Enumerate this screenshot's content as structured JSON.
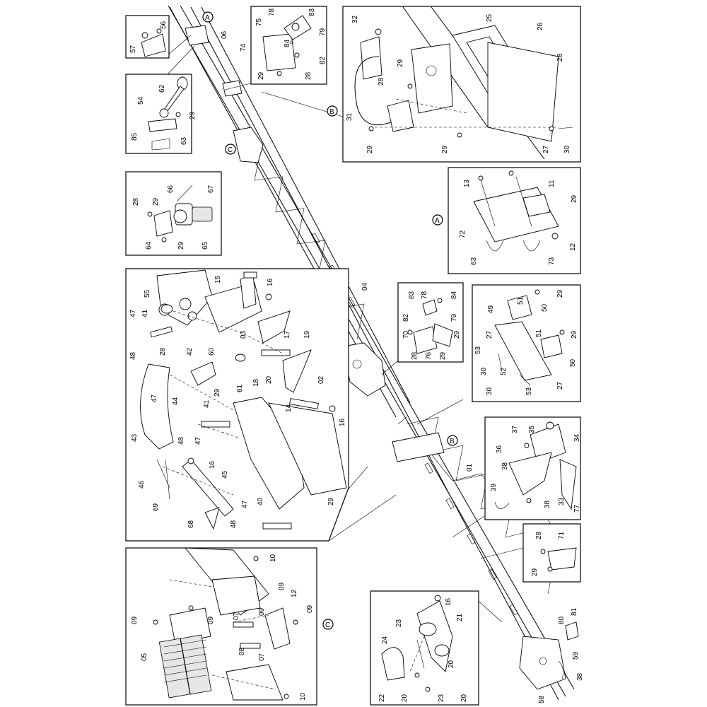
{
  "labels": {
    "bA": "A",
    "bB": "B",
    "bC": "C",
    "p01": "01",
    "p02": "02",
    "p03": "03",
    "p04": "04",
    "p05": "05",
    "p06": "06",
    "p07": "07",
    "p08": "08",
    "p09": "09",
    "p10": "10",
    "p11": "11",
    "p12": "12",
    "p13": "13",
    "p14": "14",
    "p15": "15",
    "p16": "16",
    "p17": "17",
    "p18": "18",
    "p19": "19",
    "p20": "20",
    "p21": "21",
    "p22": "22",
    "p23": "23",
    "p24": "24",
    "p25": "25",
    "p26": "26",
    "p27": "27",
    "p28": "28",
    "p29": "29",
    "p30": "30",
    "p31": "31",
    "p32": "32",
    "p33": "33",
    "p34": "34",
    "p35": "35",
    "p36": "36",
    "p37": "37",
    "p38": "38",
    "p39": "39",
    "p40": "40",
    "p41": "41",
    "p42": "42",
    "p43": "43",
    "p44": "44",
    "p45": "45",
    "p46": "46",
    "p47": "47",
    "p48": "48",
    "p49": "49",
    "p50": "50",
    "p51": "51",
    "p52": "52",
    "p53": "53",
    "p54": "54",
    "p55": "55",
    "p56": "56",
    "p57": "57",
    "p58": "58",
    "p59": "59",
    "p60": "60",
    "p61": "61",
    "p62": "62",
    "p63": "63",
    "p64": "64",
    "p65": "65",
    "p66": "66",
    "p67": "67",
    "p68": "68",
    "p69": "69",
    "p70": "70",
    "p71": "71",
    "p72": "72",
    "p73": "73",
    "p74": "74",
    "p75": "75",
    "p76": "76",
    "p77": "77",
    "p78": "78",
    "p79": "79",
    "p80": "80",
    "p81": "81",
    "p82": "82",
    "p83": "83",
    "p84": "84",
    "p85": "85"
  }
}
